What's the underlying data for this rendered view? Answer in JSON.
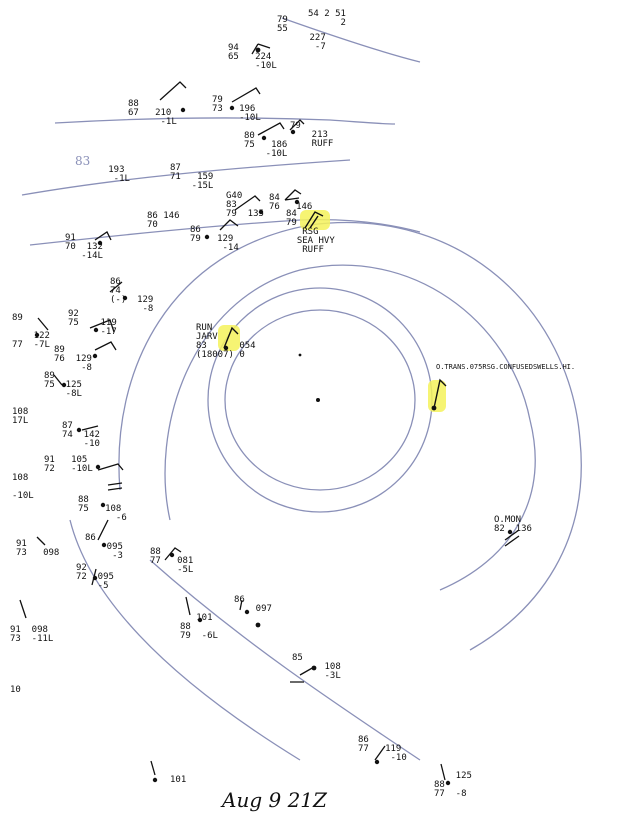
{
  "caption": "Aug 9 21Z",
  "colors": {
    "isobar": "#8a90b8",
    "ink": "#111111",
    "highlight": "#f4f25a"
  },
  "isobar_labels": [
    "83"
  ],
  "stations": [
    {
      "id": "s01",
      "lines": [
        "54 2 51",
        "      2"
      ]
    },
    {
      "id": "s02",
      "lines": [
        "79",
        "55",
        "      227",
        "       -7"
      ]
    },
    {
      "id": "s03",
      "lines": [
        "94",
        "65   224",
        "     -10L"
      ]
    },
    {
      "id": "s04",
      "lines": [
        "88",
        "67   210",
        "      -1L"
      ]
    },
    {
      "id": "s05",
      "lines": [
        "79",
        "73   196",
        "     -10L"
      ]
    },
    {
      "id": "s06",
      "lines": [
        "80",
        "75   186",
        "    -10L"
      ]
    },
    {
      "id": "s07",
      "lines": [
        "79",
        "    213",
        "    RUFF"
      ]
    },
    {
      "id": "s08",
      "lines": [
        "   193",
        "    -1L"
      ]
    },
    {
      "id": "s09",
      "lines": [
        "87",
        "71   159",
        "    -15L"
      ]
    },
    {
      "id": "s10",
      "lines": [
        "G40",
        "83",
        "79  135"
      ]
    },
    {
      "id": "s11",
      "lines": [
        "84",
        "76   146"
      ]
    },
    {
      "id": "s12",
      "lines": [
        "84",
        "79",
        "   RSG",
        "  SEA HVY",
        "   RUFF"
      ]
    },
    {
      "id": "s13",
      "lines": [
        "86 146",
        "70"
      ]
    },
    {
      "id": "s14",
      "lines": [
        "86",
        "79   129",
        "      -14"
      ]
    },
    {
      "id": "s15",
      "lines": [
        "91",
        "70  132",
        "   -14L"
      ]
    },
    {
      "id": "s16",
      "lines": [
        "86",
        "74",
        "(-)  129",
        "      -8"
      ]
    },
    {
      "id": "s17",
      "lines": [
        "89",
        "",
        "    122",
        "77  -7L"
      ]
    },
    {
      "id": "s18",
      "lines": [
        "92",
        "75    119",
        "      -17"
      ]
    },
    {
      "id": "s19",
      "lines": [
        "RUN",
        "JARV",
        "83      054",
        "(18007) 0"
      ]
    },
    {
      "id": "s20",
      "lines": [
        "89",
        "76  129",
        "     -8"
      ]
    },
    {
      "id": "s21",
      "lines": [
        "89",
        "75  125",
        "    -8L"
      ]
    },
    {
      "id": "s22",
      "lines": [
        "108",
        "17L"
      ]
    },
    {
      "id": "s23",
      "lines": [
        "87",
        "74  142",
        "    -10"
      ]
    },
    {
      "id": "s24",
      "lines": [
        "91   105",
        "72   -10L"
      ]
    },
    {
      "id": "s25",
      "lines": [
        "108",
        "",
        "-10L"
      ]
    },
    {
      "id": "s26",
      "lines": [
        "88",
        "75   108",
        "       -6"
      ]
    },
    {
      "id": "s27",
      "lines": [
        "86",
        "    095",
        "     -3"
      ]
    },
    {
      "id": "s28",
      "lines": [
        "91",
        "73   098"
      ]
    },
    {
      "id": "s29",
      "lines": [
        "88",
        "77   081",
        "     -5L"
      ]
    },
    {
      "id": "s30",
      "lines": [
        "92",
        "72  095",
        "    -5"
      ]
    },
    {
      "id": "s31",
      "lines": [
        "O.TRANS.",
        "075RSG.",
        "CONFUSED",
        "SWELLS.HI."
      ]
    },
    {
      "id": "s32",
      "lines": [
        "O.MON",
        "82  136"
      ]
    },
    {
      "id": "s33",
      "lines": [
        "86",
        "    097"
      ]
    },
    {
      "id": "s34",
      "lines": [
        "   101",
        "88",
        "79  -6L"
      ]
    },
    {
      "id": "s35",
      "lines": [
        "91  098",
        "73  -11L"
      ]
    },
    {
      "id": "s36",
      "lines": [
        "85",
        "      108",
        "      -3L"
      ]
    },
    {
      "id": "s37",
      "lines": [
        "10"
      ]
    },
    {
      "id": "s38",
      "lines": [
        "86",
        "77   119",
        "      -10"
      ]
    },
    {
      "id": "s39",
      "lines": [
        "101"
      ]
    },
    {
      "id": "s40",
      "lines": [
        "    125",
        "88",
        "77  -8"
      ]
    }
  ]
}
